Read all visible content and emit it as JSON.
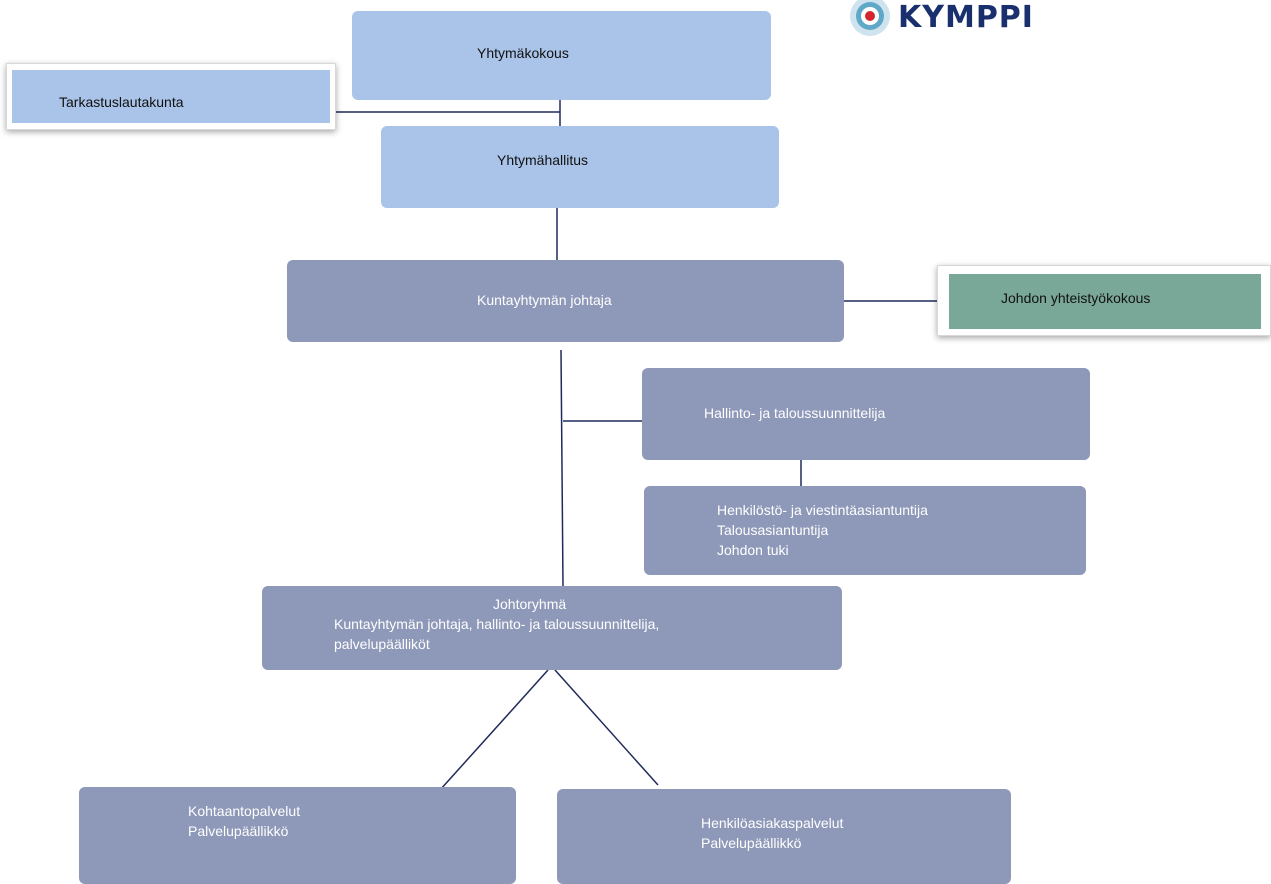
{
  "logo": {
    "text": "KYMPPI",
    "icon": "target-icon",
    "colors": {
      "ring": "#5fa8c8",
      "dot": "#d22630",
      "text": "#1a2f6e"
    }
  },
  "nodes": {
    "yhtymakokous": "Yhtymäkokous",
    "tarkastuslautakunta": "Tarkastuslautakunta",
    "yhtymahallitus": "Yhtymähallitus",
    "johtaja": "Kuntayhtymän johtaja",
    "johdon_yhteistyokokous": "Johdon yhteistyökokous",
    "hallinto": "Hallinto- ja taloussuunnittelija",
    "support": [
      "Henkilöstö- ja viestintäasiantuntija",
      "Talousasiantuntija",
      "Johdon tuki"
    ],
    "johtoryhma": {
      "title": "Johtoryhmä",
      "line1": "Kuntayhtymän johtaja, hallinto- ja taloussuunnittelija,",
      "line2": "palvelupäälliköt"
    },
    "kohtaanto": {
      "line1": "Kohtaantopalvelut",
      "line2": "Palvelupäällikkö"
    },
    "henkiloasiakas": {
      "line1": "Henkilöasiakaspalvelut",
      "line2": "Palvelupäällikkö"
    }
  },
  "colors": {
    "light_box": "#a9c4e8",
    "slate_box": "#8e98b8",
    "green_box": "#7aa898",
    "connector": "#1f2a5c"
  }
}
